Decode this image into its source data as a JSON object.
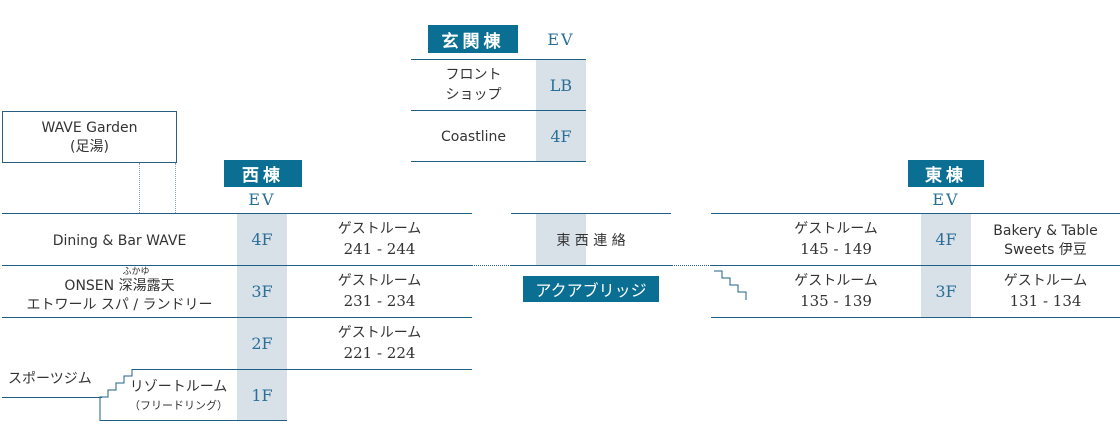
{
  "main_building": {
    "tag": "玄関棟",
    "ev": "EV",
    "floors": [
      {
        "level": "LB",
        "label_lines": [
          "フロント",
          "ショップ"
        ]
      },
      {
        "level": "4F",
        "label_lines": [
          "Coastline"
        ]
      }
    ]
  },
  "west_building": {
    "tag": "西棟",
    "ev": "EV",
    "garden": {
      "line1": "WAVE Garden",
      "line2": "(足湯)"
    },
    "floors": [
      {
        "level": "4F",
        "left": [
          "Dining & Bar  WAVE"
        ],
        "right_title": "ゲストルーム",
        "right_rooms": "241 - 244"
      },
      {
        "level": "3F",
        "left_ruby": "ふかゆ",
        "left": [
          "ONSEN 深湯露天",
          "エトワール スパ / ランドリー"
        ],
        "right_title": "ゲストルーム",
        "right_rooms": "231 - 234"
      },
      {
        "level": "2F",
        "left": [],
        "right_title": "ゲストルーム",
        "right_rooms": "221 - 224"
      },
      {
        "level": "1F",
        "left": [
          "リゾートルーム",
          "（フリードリング）"
        ],
        "gym": "スポーツジム"
      }
    ]
  },
  "connector": {
    "label": "東 西 連 絡",
    "bridge": "アクアブリッジ"
  },
  "east_building": {
    "tag": "東棟",
    "ev": "EV",
    "floors": [
      {
        "level": "4F",
        "left_title": "ゲストルーム",
        "left_rooms": "145 - 149",
        "right": [
          "Bakery & Table",
          "Sweets 伊豆"
        ]
      },
      {
        "level": "3F",
        "left_title": "ゲストルーム",
        "left_rooms": "135 - 139",
        "right_title": "ゲストルーム",
        "right_rooms": "131 - 134"
      }
    ]
  }
}
